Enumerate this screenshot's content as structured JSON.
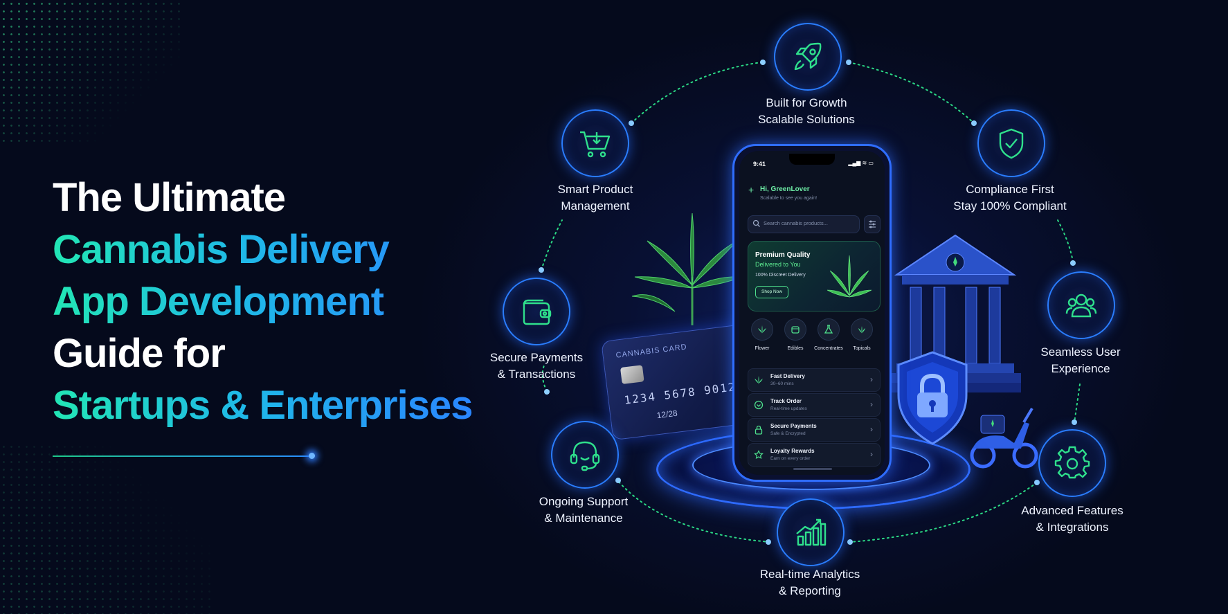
{
  "headline": {
    "line1": "The Ultimate",
    "line2": "Cannabis Delivery",
    "line3": "App Development",
    "line4": "Guide for",
    "line5": "Startups & Enterprises"
  },
  "colors": {
    "accent_green": "#22e6b5",
    "accent_blue": "#2a86ff",
    "background": "#050a1c",
    "ring_blue": "#2a7dff"
  },
  "features": [
    {
      "icon": "rocket-icon",
      "line1": "Built for Growth",
      "line2": "Scalable Solutions"
    },
    {
      "icon": "shield-check-icon",
      "line1": "Compliance First",
      "line2": "Stay 100% Compliant"
    },
    {
      "icon": "users-icon",
      "line1": "Seamless User",
      "line2": "Experience"
    },
    {
      "icon": "gear-icon",
      "line1": "Advanced Features",
      "line2": "& Integrations"
    },
    {
      "icon": "analytics-chart-icon",
      "line1": "Real-time Analytics",
      "line2": "& Reporting"
    },
    {
      "icon": "headset-icon",
      "line1": "Ongoing Support",
      "line2": "& Maintenance"
    },
    {
      "icon": "wallet-icon",
      "line1": "Secure Payments",
      "line2": "& Transactions"
    },
    {
      "icon": "cart-icon",
      "line1": "Smart Product",
      "line2": "Management"
    }
  ],
  "card": {
    "title": "CANNABIS CARD",
    "number": "1234 5678 9012 3456",
    "expiry": "12/28"
  },
  "phone": {
    "time": "9:41",
    "status": "▂▄▆ ≋ ▭",
    "greeting": "Hi, GreenLover",
    "greeting_sub": "Scalable to see you again!",
    "search_placeholder": "Search cannabis products...",
    "banner": {
      "title": "Premium Quality",
      "subtitle": "Delivered to You",
      "note": "100% Discreet Delivery",
      "button": "Shop Now"
    },
    "categories": [
      {
        "icon": "flower-icon",
        "label": "Flower"
      },
      {
        "icon": "edibles-icon",
        "label": "Edibles"
      },
      {
        "icon": "concentrates-icon",
        "label": "Concentrates"
      },
      {
        "icon": "topicals-icon",
        "label": "Topicals"
      }
    ],
    "rows": [
      {
        "icon": "leaf-icon",
        "title": "Fast Delivery",
        "subtitle": "30–60 mins"
      },
      {
        "icon": "track-icon",
        "title": "Track Order",
        "subtitle": "Real-time updates"
      },
      {
        "icon": "lock-icon",
        "title": "Secure Payments",
        "subtitle": "Safe & Encrypted"
      },
      {
        "icon": "star-icon",
        "title": "Loyalty Rewards",
        "subtitle": "Earn on every order"
      }
    ]
  }
}
